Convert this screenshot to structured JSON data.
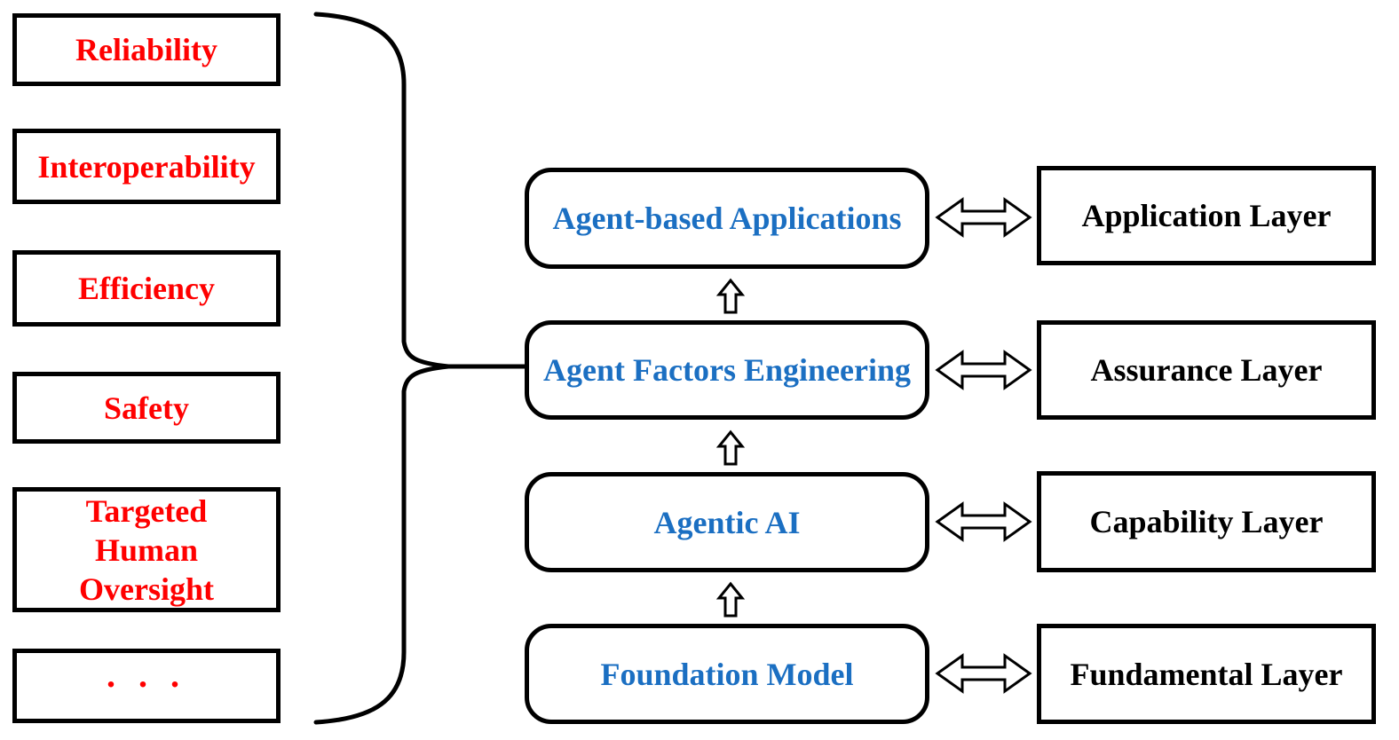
{
  "colors": {
    "factor_text_red": "#FF0000",
    "node_text_blue": "#1B6FC2",
    "line_black": "#000000"
  },
  "factors": [
    {
      "label": "Reliability"
    },
    {
      "label": "Interoperability"
    },
    {
      "label": "Efficiency"
    },
    {
      "label": "Safety"
    },
    {
      "lines": [
        "Targeted",
        "Human",
        "Oversight"
      ]
    },
    {
      "label": ". . ."
    }
  ],
  "rows": [
    {
      "component": "Agent-based Applications",
      "layer": "Application Layer"
    },
    {
      "component": "Agent Factors Engineering",
      "layer": "Assurance Layer"
    },
    {
      "component": "Agentic AI",
      "layer": "Capability Layer"
    },
    {
      "component": "Foundation Model",
      "layer": "Fundamental Layer"
    }
  ],
  "icons": {
    "brace": "right-curly-brace",
    "up_arrow": "hollow-up-arrow",
    "double_arrow": "hollow-double-headed-arrow"
  }
}
